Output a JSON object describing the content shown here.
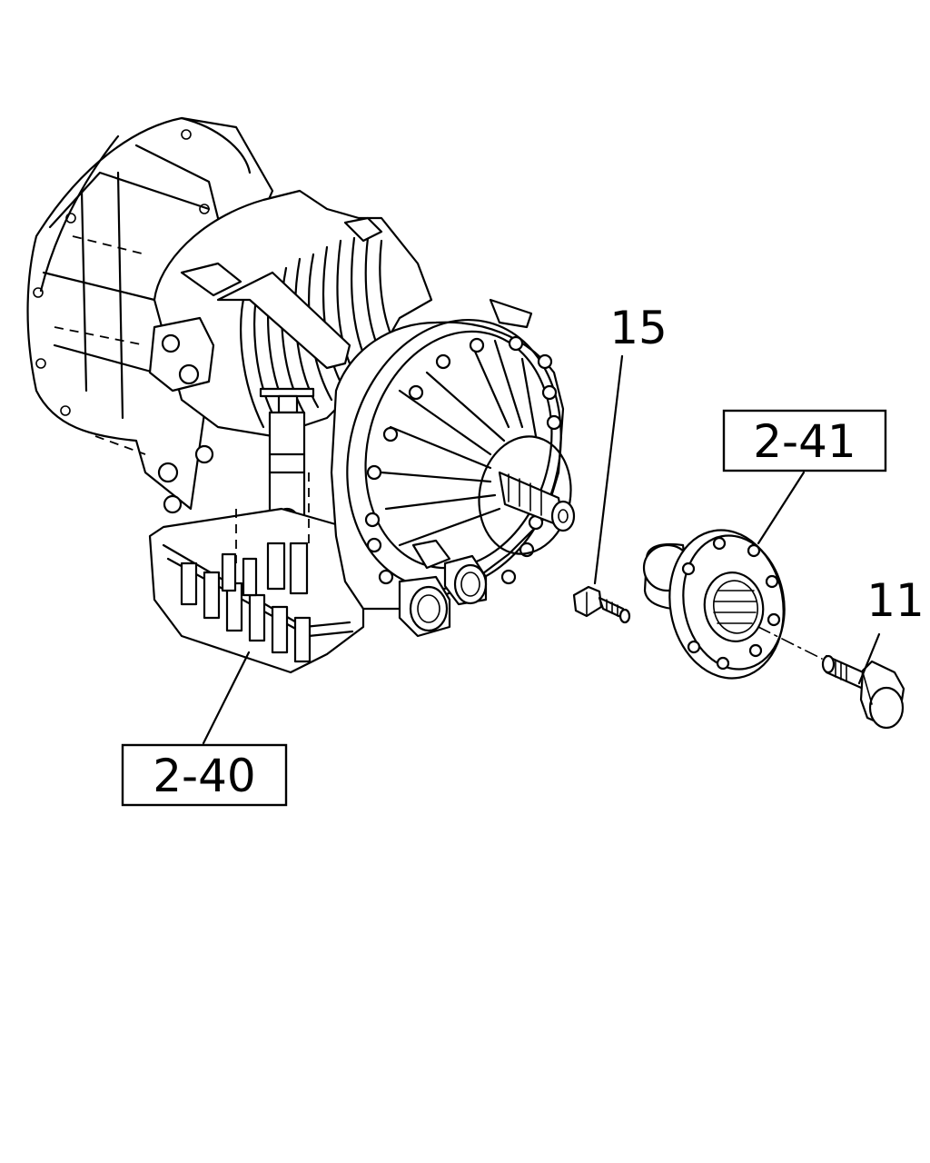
{
  "diagram": {
    "callouts": [
      {
        "id": "transmission-assembly",
        "label": "2-40",
        "boxed": true
      },
      {
        "id": "companion-flange",
        "label": "2-41",
        "boxed": true
      },
      {
        "id": "flange-bolt",
        "label": "15",
        "boxed": false
      },
      {
        "id": "hex-bolt",
        "label": "11",
        "boxed": false
      }
    ]
  }
}
